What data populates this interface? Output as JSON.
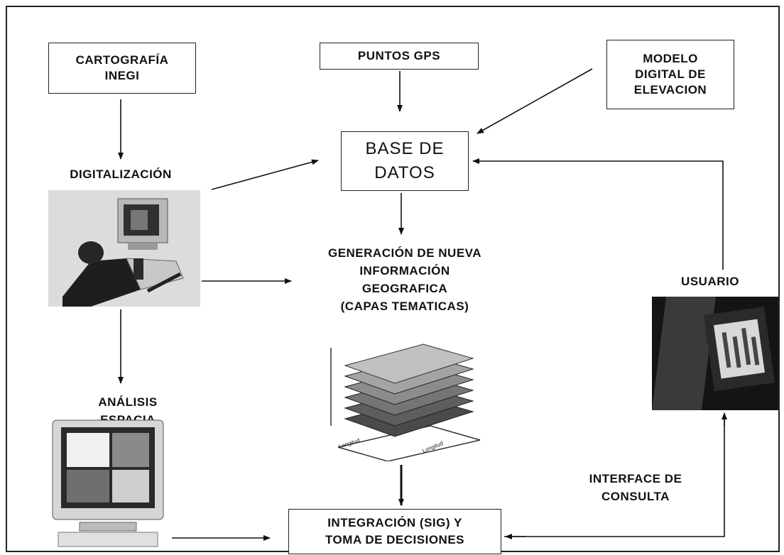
{
  "nodes": {
    "cartografia": "CARTOGRAFÍA\nINEGI",
    "puntos_gps": "PUNTOS GPS",
    "modelo": "MODELO\nDIGITAL DE\nELEVACION",
    "base_datos": "BASE DE\nDATOS",
    "digitalizacion": "DIGITALIZACIÓN",
    "generacion": "GENERACIÓN DE NUEVA\nINFORMACIÓN\nGEOGRAFICA\n(CAPAS TEMATICAS)",
    "usuario": "USUARIO",
    "analisis": "ANÁLISIS\nESPACIA",
    "interface": "INTERFACE DE\nCONSULTA",
    "integracion": "INTEGRACIÓN (SIG)  Y\nTOMA DE DECISIONES"
  },
  "layer_axis_labels": [
    "Longitud",
    "Longitud"
  ]
}
